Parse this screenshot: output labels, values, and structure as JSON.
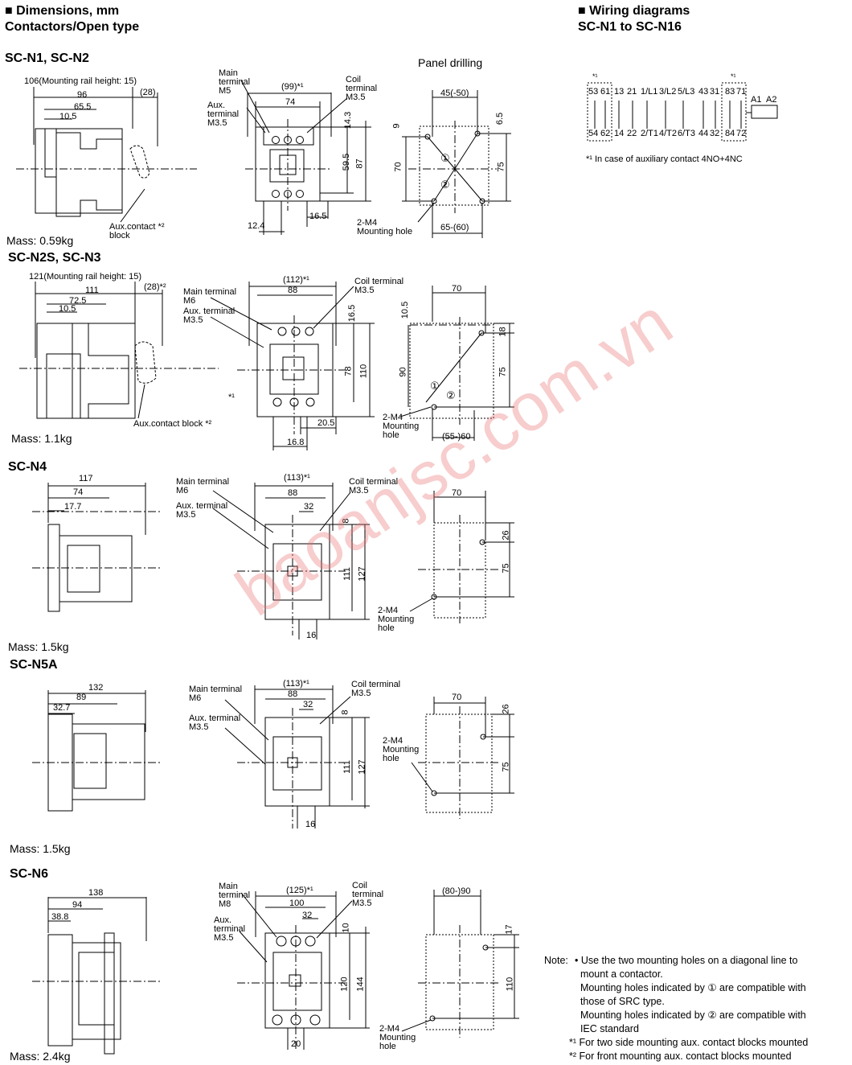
{
  "headings": {
    "dimensions_line1": "■  Dimensions, mm",
    "dimensions_line2": "Contactors/Open type",
    "wiring_line1": "■  Wiring diagrams",
    "wiring_line2": "SC-N1 to SC-N16",
    "panel_drilling": "Panel drilling"
  },
  "watermark": "baoanjsc.com.vn",
  "sections": [
    {
      "model": "SC-N1, SC-N2",
      "mass": "Mass: 0.59kg",
      "rail_note": "106(Mounting rail height: 15)",
      "side_dims": [
        "96",
        "65.5",
        "10.5",
        "(28)"
      ],
      "aux_contact": "Aux.contact *²\nblock",
      "main_terminal": "Main\nterminal\nM5",
      "aux_terminal": "Aux.\nterminal\nM3.5",
      "coil_terminal": "Coil\nterminal\nM3.5",
      "front_dims": [
        "(99)*¹",
        "74",
        "14.3",
        "59.5",
        "87",
        "16.5",
        "12.4"
      ],
      "panel_dims": [
        "45(-50)",
        "9",
        "6.5",
        "70",
        "75",
        "65-(60)"
      ],
      "mounting_hole": "2-M4\nMounting hole"
    },
    {
      "model": "SC-N2S, SC-N3",
      "mass": "Mass: 1.1kg",
      "rail_note": "121(Mounting rail height: 15)",
      "side_dims": [
        "111",
        "72.5",
        "10.5",
        "(28)*²"
      ],
      "aux_contact": "Aux.contact block *²",
      "main_terminal": "Main terminal\nM6",
      "aux_terminal": "Aux. terminal\nM3.5",
      "coil_terminal": "Coil terminal\nM3.5",
      "front_dims": [
        "(112)*¹",
        "88",
        "16.5",
        "78",
        "110",
        "20.5",
        "16.8",
        "*¹"
      ],
      "panel_dims": [
        "70",
        "10.5",
        "18",
        "90",
        "75",
        "(55-)60"
      ],
      "mounting_hole": "2-M4\nMounting\nhole"
    },
    {
      "model": "SC-N4",
      "mass": "Mass: 1.5kg",
      "side_dims": [
        "117",
        "74",
        "17.7"
      ],
      "main_terminal": "Main terminal\nM6",
      "aux_terminal": "Aux. terminal\nM3.5",
      "coil_terminal": "Coil terminal\nM3.5",
      "front_dims": [
        "(113)*¹",
        "88",
        "32",
        "8",
        "111",
        "127",
        "16"
      ],
      "panel_dims": [
        "70",
        "26",
        "75"
      ],
      "mounting_hole": "2-M4\nMounting\nhole"
    },
    {
      "model": "SC-N5A",
      "mass": "Mass: 1.5kg",
      "side_dims": [
        "132",
        "89",
        "32.7"
      ],
      "main_terminal": "Main terminal\nM6",
      "aux_terminal": "Aux. terminal\nM3.5",
      "coil_terminal": "Coil terminal\nM3.5",
      "front_dims": [
        "(113)*¹",
        "88",
        "32",
        "8",
        "111",
        "127",
        "16"
      ],
      "panel_dims": [
        "70",
        "26",
        "75"
      ],
      "mounting_hole": "2-M4\nMounting\nhole"
    },
    {
      "model": "SC-N6",
      "mass": "Mass: 2.4kg",
      "side_dims": [
        "138",
        "94",
        "38.8"
      ],
      "main_terminal": "Main\nterminal\nM8",
      "aux_terminal": "Aux.\nterminal\nM3.5",
      "coil_terminal": "Coil\nterminal\nM3.5",
      "front_dims": [
        "(125)*¹",
        "100",
        "32",
        "10",
        "120",
        "144",
        "20"
      ],
      "panel_dims": [
        "(80-)90",
        "17",
        "110"
      ],
      "mounting_hole": "2-M4\nMounting\nhole"
    }
  ],
  "circle_labels": [
    "①",
    "②"
  ],
  "wiring": {
    "star_marks": [
      "*¹",
      "*¹"
    ],
    "top_labels": [
      "53",
      "61",
      "13",
      "21",
      "1/L1",
      "3/L2",
      "5/L3",
      "43",
      "31",
      "83",
      "71",
      "A1",
      "A2"
    ],
    "bottom_labels": [
      "54",
      "62",
      "14",
      "22",
      "2/T1",
      "4/T2",
      "6/T3",
      "44",
      "32",
      "84",
      "72"
    ],
    "footnote": "*¹ In case of auxiliary contact 4NO+4NC"
  },
  "notes": {
    "prefix": "Note:",
    "lines": [
      "• Use the two mounting holes on a diagonal line to",
      "  mount a contactor.",
      "  Mounting holes indicated by ① are compatible with",
      "  those of SRC type.",
      "  Mounting holes indicated by ② are compatible with",
      "  IEC standard",
      "*¹ For two side mounting aux. contact blocks mounted",
      "*² For front mounting aux. contact blocks mounted"
    ]
  }
}
